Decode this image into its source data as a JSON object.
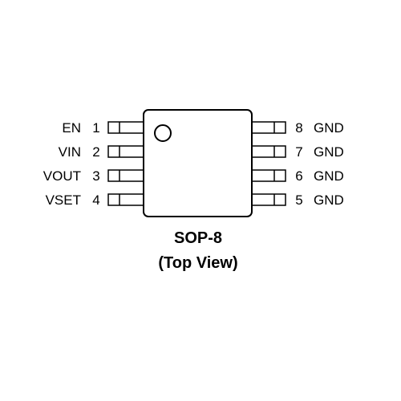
{
  "package": {
    "name": "SOP-8",
    "view": "(Top View)"
  },
  "pins_left": [
    {
      "number": "1",
      "name": "EN"
    },
    {
      "number": "2",
      "name": "VIN"
    },
    {
      "number": "3",
      "name": "VOUT"
    },
    {
      "number": "4",
      "name": "VSET"
    }
  ],
  "pins_right": [
    {
      "number": "8",
      "name": "GND"
    },
    {
      "number": "7",
      "name": "GND"
    },
    {
      "number": "6",
      "name": "GND"
    },
    {
      "number": "5",
      "name": "GND"
    }
  ],
  "colors": {
    "stroke": "#000000",
    "background": "#ffffff"
  }
}
